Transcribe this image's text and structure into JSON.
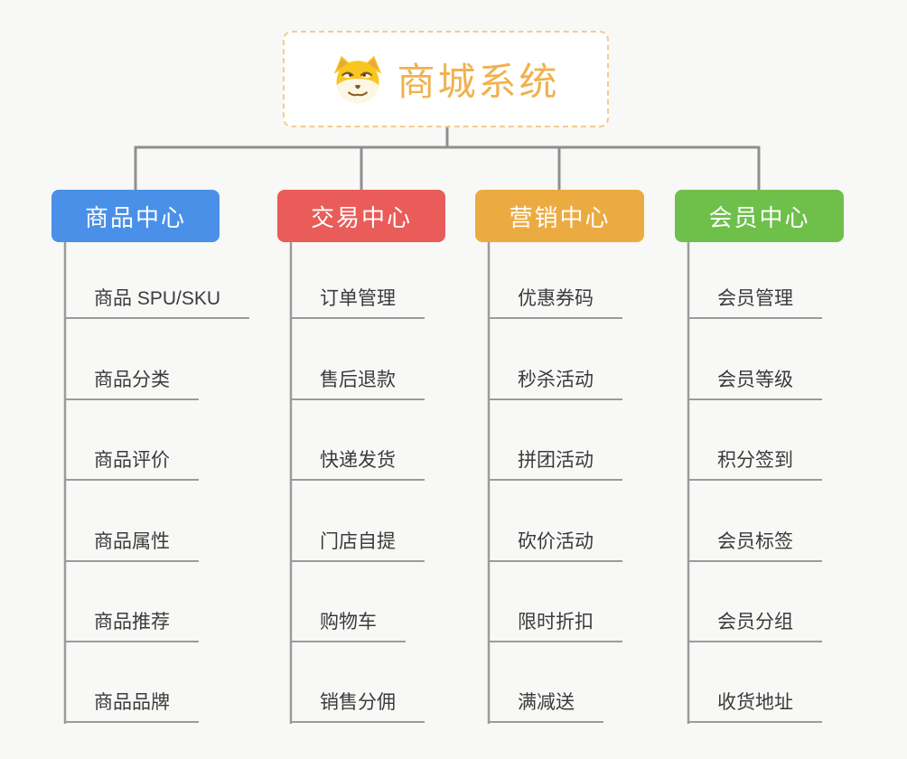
{
  "root": {
    "title": "商城系统",
    "icon": "doge-icon"
  },
  "colors": {
    "root_text": "#f1b14e",
    "root_border": "#f4cc8f",
    "connector": "#8f8f8f",
    "child_text": "#3b3b3b",
    "underline": "#9b9b9b",
    "background": "#f8f8f7"
  },
  "branches": [
    {
      "label": "商品中心",
      "color": "#4a90e8",
      "children": [
        "商品 SPU/SKU",
        "商品分类",
        "商品评价",
        "商品属性",
        "商品推荐",
        "商品品牌"
      ]
    },
    {
      "label": "交易中心",
      "color": "#e95c59",
      "children": [
        "订单管理",
        "售后退款",
        "快递发货",
        "门店自提",
        "购物车",
        "销售分佣"
      ]
    },
    {
      "label": "营销中心",
      "color": "#ecab41",
      "children": [
        "优惠券码",
        "秒杀活动",
        "拼团活动",
        "砍价活动",
        "限时折扣",
        "满减送"
      ]
    },
    {
      "label": "会员中心",
      "color": "#6ec04b",
      "children": [
        "会员管理",
        "会员等级",
        "积分签到",
        "会员标签",
        "会员分组",
        "收货地址"
      ]
    }
  ]
}
